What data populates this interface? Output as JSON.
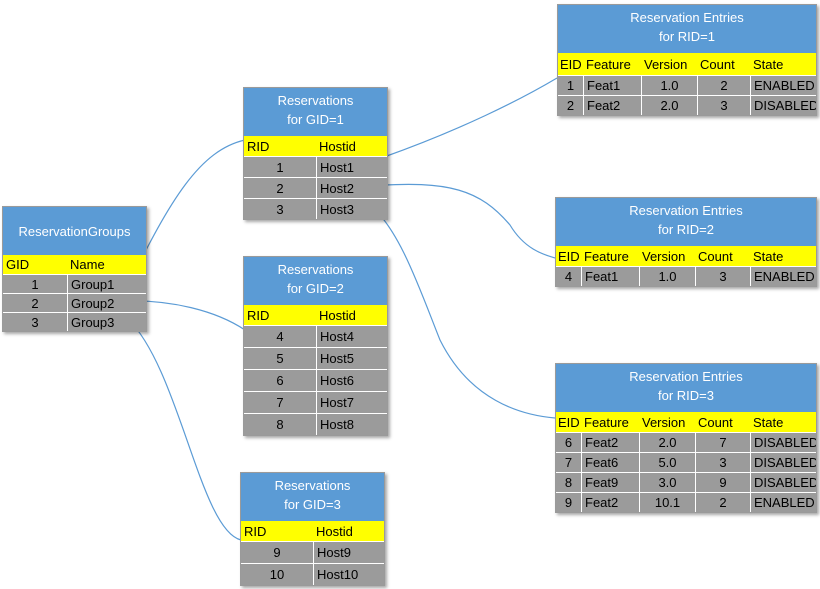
{
  "groups": {
    "title": "ReservationGroups",
    "columns": [
      "GID",
      "Name"
    ],
    "rows": [
      [
        "1",
        "Group1"
      ],
      [
        "2",
        "Group2"
      ],
      [
        "3",
        "Group3"
      ]
    ]
  },
  "res1": {
    "title_line1": "Reservations",
    "title_line2": "for GID=1",
    "columns": [
      "RID",
      "Hostid"
    ],
    "rows": [
      [
        "1",
        "Host1"
      ],
      [
        "2",
        "Host2"
      ],
      [
        "3",
        "Host3"
      ]
    ]
  },
  "res2": {
    "title_line1": "Reservations",
    "title_line2": "for GID=2",
    "columns": [
      "RID",
      "Hostid"
    ],
    "rows": [
      [
        "4",
        "Host4"
      ],
      [
        "5",
        "Host5"
      ],
      [
        "6",
        "Host6"
      ],
      [
        "7",
        "Host7"
      ],
      [
        "8",
        "Host8"
      ]
    ]
  },
  "res3": {
    "title_line1": "Reservations",
    "title_line2": "for GID=3",
    "columns": [
      "RID",
      "Hostid"
    ],
    "rows": [
      [
        "9",
        "Host9"
      ],
      [
        "10",
        "Host10"
      ]
    ]
  },
  "entries1": {
    "title_line1": "Reservation Entries",
    "title_line2": "for RID=1",
    "columns": [
      "EID",
      "Feature",
      "Version",
      "Count",
      "State"
    ],
    "rows": [
      [
        "1",
        "Feat1",
        "1.0",
        "2",
        "ENABLED"
      ],
      [
        "2",
        "Feat2",
        "2.0",
        "3",
        "DISABLED"
      ]
    ]
  },
  "entries2": {
    "title_line1": "Reservation Entries",
    "title_line2": "for RID=2",
    "columns": [
      "EID",
      "Feature",
      "Version",
      "Count",
      "State"
    ],
    "rows": [
      [
        "4",
        "Feat1",
        "1.0",
        "3",
        "ENABLED"
      ]
    ]
  },
  "entries3": {
    "title_line1": "Reservation Entries",
    "title_line2": "for RID=3",
    "columns": [
      "EID",
      "Feature",
      "Version",
      "Count",
      "State"
    ],
    "rows": [
      [
        "6",
        "Feat2",
        "2.0",
        "7",
        "DISABLED"
      ],
      [
        "7",
        "Feat6",
        "5.0",
        "3",
        "DISABLED"
      ],
      [
        "8",
        "Feat9",
        "3.0",
        "9",
        "DISABLED"
      ],
      [
        "9",
        "Feat2",
        "10.1",
        "2",
        "ENABLED"
      ]
    ]
  },
  "colors": {
    "title_bg": "#5b9bd5",
    "header_bg": "#ffff00",
    "row_bg": "#9b9b9b",
    "connector": "#5b9bd5"
  }
}
